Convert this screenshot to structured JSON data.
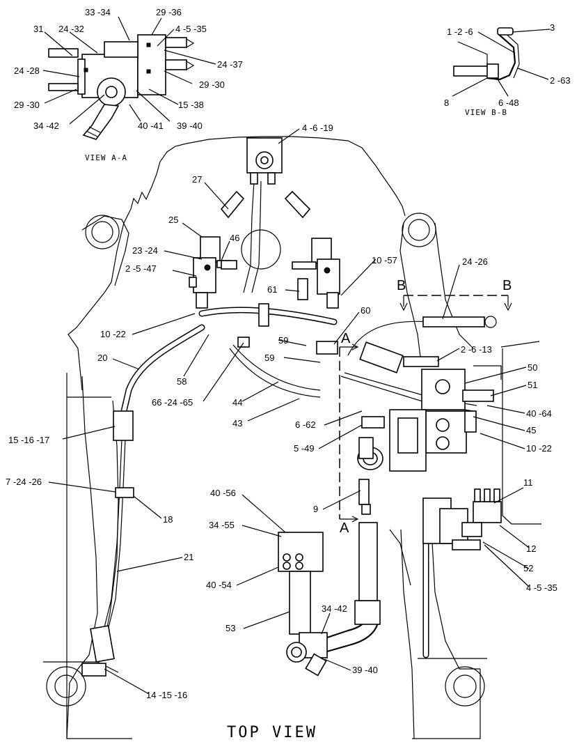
{
  "title": "TOP VIEW",
  "views": {
    "view_a": "VIEW A-A",
    "view_b": "VIEW B-B"
  },
  "section_markers": {
    "b_left": "B",
    "b_right": "B",
    "a_top": "A",
    "a_bottom": "A"
  },
  "callouts": {
    "c_33_34": "33 -34",
    "c_29_36": "29 -36",
    "c_31": "31",
    "c_24_32": "24 -32",
    "c_4_5_35_top": "4 -5 -35",
    "c_24_28": "24 -28",
    "c_24_37": "24 -37",
    "c_29_30_r": "29 -30",
    "c_29_30_l": "29 -30",
    "c_15_38": "15 -38",
    "c_34_42_top": "34 -42",
    "c_40_41": "40 -41",
    "c_39_40_top": "39 -40",
    "c_1_2_6": "1 -2 -6",
    "c_3": "3",
    "c_2_63": "2 -63",
    "c_8": "8",
    "c_6_48": "6 -48",
    "c_4_6_19": "4 -6 -19",
    "c_27": "27",
    "c_25": "25",
    "c_46": "46",
    "c_23_24": "23 -24",
    "c_2_5_47": "2 -5 -47",
    "c_10_57": "10 -57",
    "c_24_26": "24 -26",
    "c_61": "61",
    "c_60": "60",
    "c_10_22_l": "10 -22",
    "c_2_6_13": "2 -6 -13",
    "c_20": "20",
    "c_59_a": "59",
    "c_59_b": "59",
    "c_58": "58",
    "c_50": "50",
    "c_51": "51",
    "c_66_24_65": "66 -24 -65",
    "c_44": "44",
    "c_40_64": "40 -64",
    "c_15_16_17": "15 -16 -17",
    "c_43": "43",
    "c_6_62": "6 -62",
    "c_45": "45",
    "c_10_22_r": "10 -22",
    "c_5_49": "5 -49",
    "c_7_24_26": "7 -24 -26",
    "c_18": "18",
    "c_9": "9",
    "c_11": "11",
    "c_40_56": "40 -56",
    "c_34_55": "34 -55",
    "c_12": "12",
    "c_21": "21",
    "c_52": "52",
    "c_40_54": "40 -54",
    "c_4_5_35_bot": "4 -5 -35",
    "c_53": "53",
    "c_34_42_bot": "34 -42",
    "c_39_40_bot": "39 -40",
    "c_14_15_16": "14 -15 -16"
  }
}
